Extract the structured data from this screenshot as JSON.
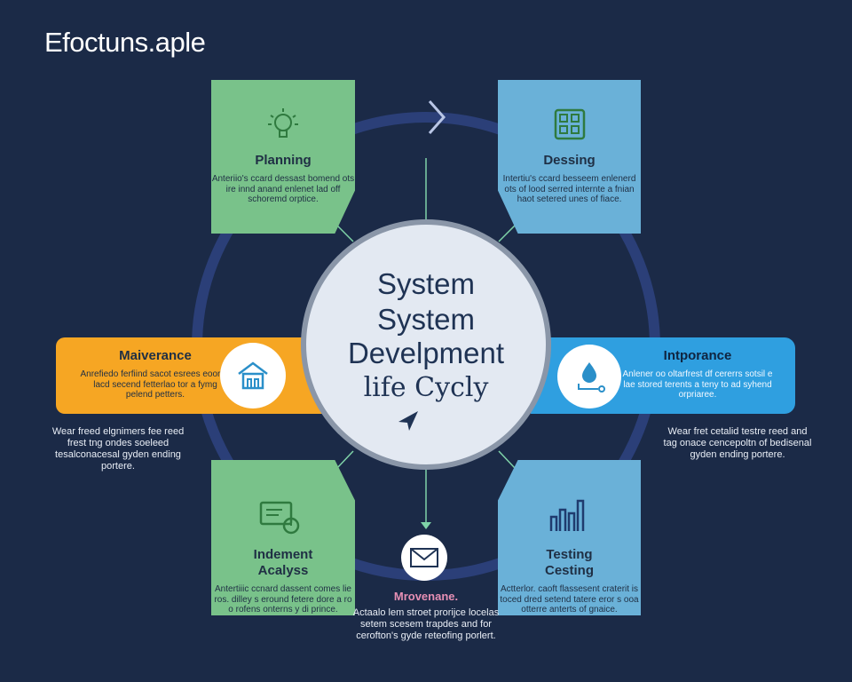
{
  "title": "Efoctuns.aple",
  "center": {
    "line1": "System",
    "line2": "System",
    "line3": "Develpment",
    "line4": "life Cycly"
  },
  "phases": {
    "planning": {
      "heading": "Planning",
      "body": "Anteriio's ccard dessast bomend ots ire innd anand enlenet lad off schoremd orptice.",
      "icon": "lightbulb-icon"
    },
    "design": {
      "heading": "Dessing",
      "body": "Intertiu's ccard besseem enlenerd ots of lood serred internte a fnian haot setered unes of fiace.",
      "icon": "grid-icon"
    },
    "maintenance": {
      "heading": "Maiverance",
      "body": "Anrefiedo ferfiind sacot esrees eoor of lacd secend fetterlao tor a fymg pelend petters.",
      "icon": "house-icon"
    },
    "importance": {
      "heading": "Intporance",
      "body": "Anlener oo oltarfrest df cererrs sotsil e lae stored terents a teny to ad syhend orpriaree.",
      "icon": "drop-icon"
    },
    "analysis": {
      "heading1": "Indement",
      "heading2": "Acalyss",
      "body": "Antertiiic ccnard dassent comes lie ros. dilley s eround fetere dore a ro o rofens onterns y di prince.",
      "icon": "monitor-icon"
    },
    "testing": {
      "heading1": "Testing",
      "heading2": "Cesting",
      "body": "Actterlor. caoft flassesent craterit is toced dred setend tatere eror s ooa otterre anterts of gnaice.",
      "icon": "chart-icon"
    },
    "movement": {
      "heading": "Mrovenane.",
      "body": "Actaalo lem stroet prorijce locelas setem scesem trapdes and for cerofton's gyde reteofing porlert.",
      "icon": "envelope-icon"
    }
  },
  "notes": {
    "left": "Wear freed elgnimers fee reed frest tng ondes soeleed tesalconacesal gyden ending portere.",
    "right": "Wear fret cetalid testre reed and tag onace cencepoltn of bedisenal gyden ending portere."
  },
  "colors": {
    "background": "#1b2a47",
    "green": "#79c28a",
    "blue": "#6ab1d8",
    "orange": "#f6a623",
    "bright_blue": "#2f9fe0",
    "ring": "#2b3f78"
  }
}
